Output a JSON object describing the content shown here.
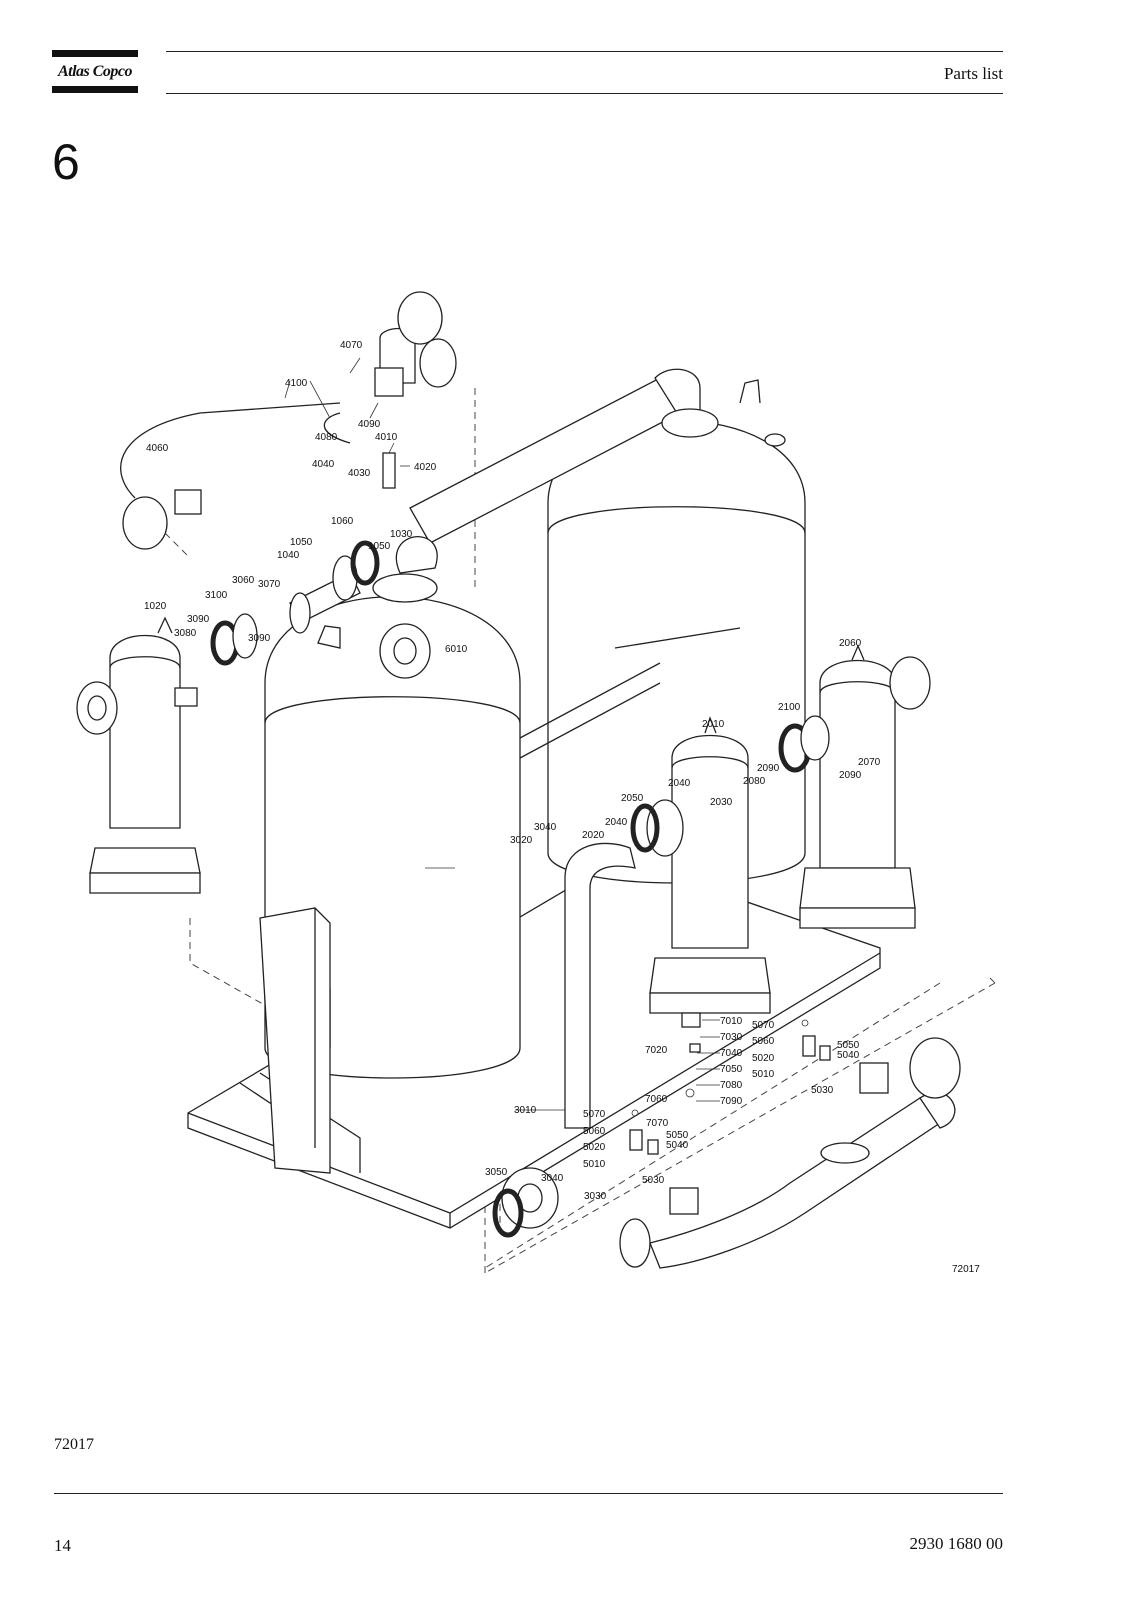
{
  "header": {
    "logo_text": "Atlas Copco",
    "title": "Parts list"
  },
  "chapter_number": "6",
  "figure": {
    "drawing_number": "72017",
    "labels": [
      "4070",
      "4100",
      "4080",
      "4090",
      "4010",
      "4040",
      "4030",
      "4020",
      "4060",
      "1060",
      "1030",
      "1050",
      "1040",
      "1050",
      "3060",
      "3070",
      "3100",
      "1020",
      "3090",
      "3080",
      "3090",
      "6010",
      "2060",
      "2100",
      "2070",
      "2090",
      "2010",
      "2040",
      "2080",
      "2090",
      "2030",
      "2050",
      "2040",
      "2020",
      "3040",
      "3020",
      "7010",
      "7030",
      "7020",
      "7040",
      "7050",
      "7080",
      "7090",
      "7060",
      "5070",
      "5060",
      "5020",
      "5010",
      "5050",
      "5040",
      "5030",
      "3010",
      "5070",
      "7070",
      "5060",
      "5050",
      "5040",
      "5020",
      "5010",
      "5030",
      "3050",
      "3040",
      "3030",
      "72017"
    ]
  },
  "footer": {
    "figure_ref": "72017",
    "page_number": "14",
    "document_number": "2930 1680 00"
  }
}
